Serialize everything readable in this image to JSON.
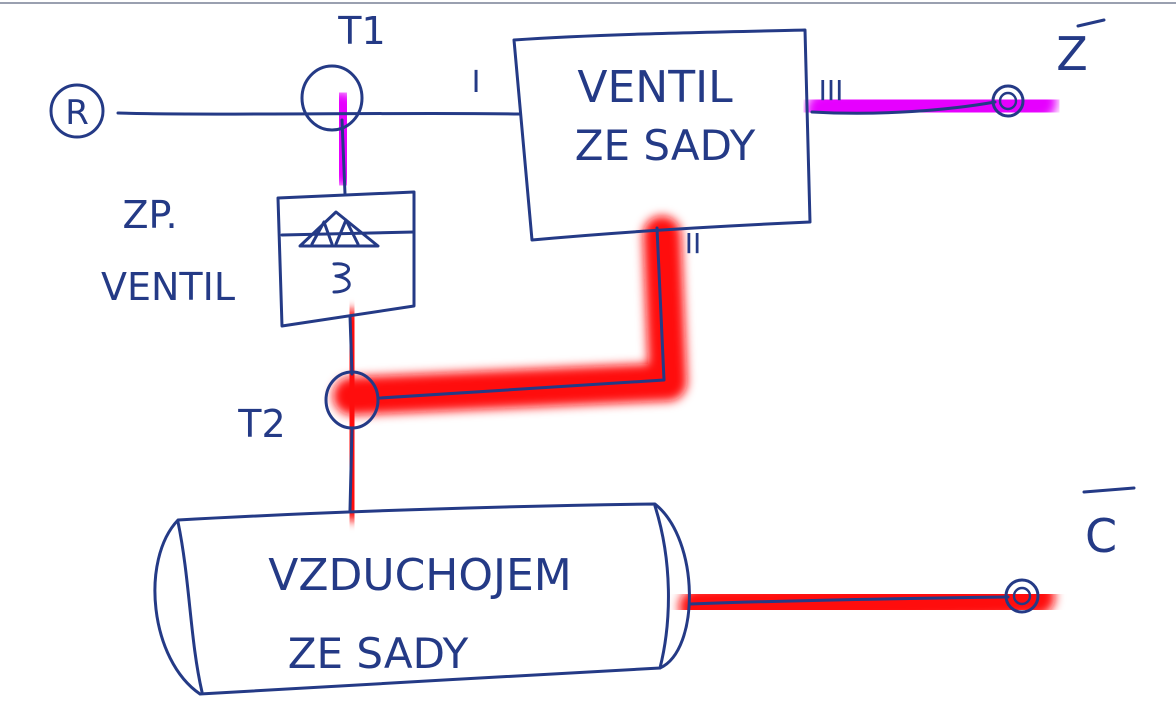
{
  "nodes": {
    "r_source": "R",
    "t1": "T1",
    "t2": "T2",
    "zp_ventil": [
      "ZP.",
      "VENTIL"
    ],
    "ventil_ze_sady": [
      "VENTIL",
      "ZE SADY"
    ],
    "vzduchojem_ze_sady": [
      "VZDUCHOJEM",
      "ZE SADY"
    ],
    "outlet_z": "Z",
    "outlet_c": "C"
  },
  "ports": {
    "port_1": "I",
    "port_2": "II",
    "port_3": "III"
  },
  "colors": {
    "ink": "#243a86",
    "supply_line": "#e600ff",
    "reservoir_line": "#ff1010",
    "paper": "#ffffff"
  }
}
